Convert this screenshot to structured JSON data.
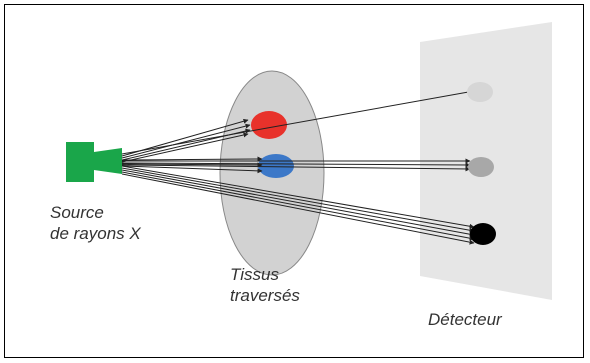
{
  "diagram": {
    "labels": {
      "source_line1": "Source",
      "source_line2": "de rayons X",
      "tissue_line1": "Tissus",
      "tissue_line2": "traversés",
      "detector": "Détecteur"
    },
    "colors": {
      "source": "#1aa64a",
      "tissue_fill": "#d2d2d2",
      "red_structure": "#e8322b",
      "blue_structure": "#3c78c8",
      "detector_panel": "#e6e6e6",
      "spot_light": "#d6d6d6",
      "spot_medium": "#a8a8a8",
      "spot_dark": "#000000"
    }
  }
}
